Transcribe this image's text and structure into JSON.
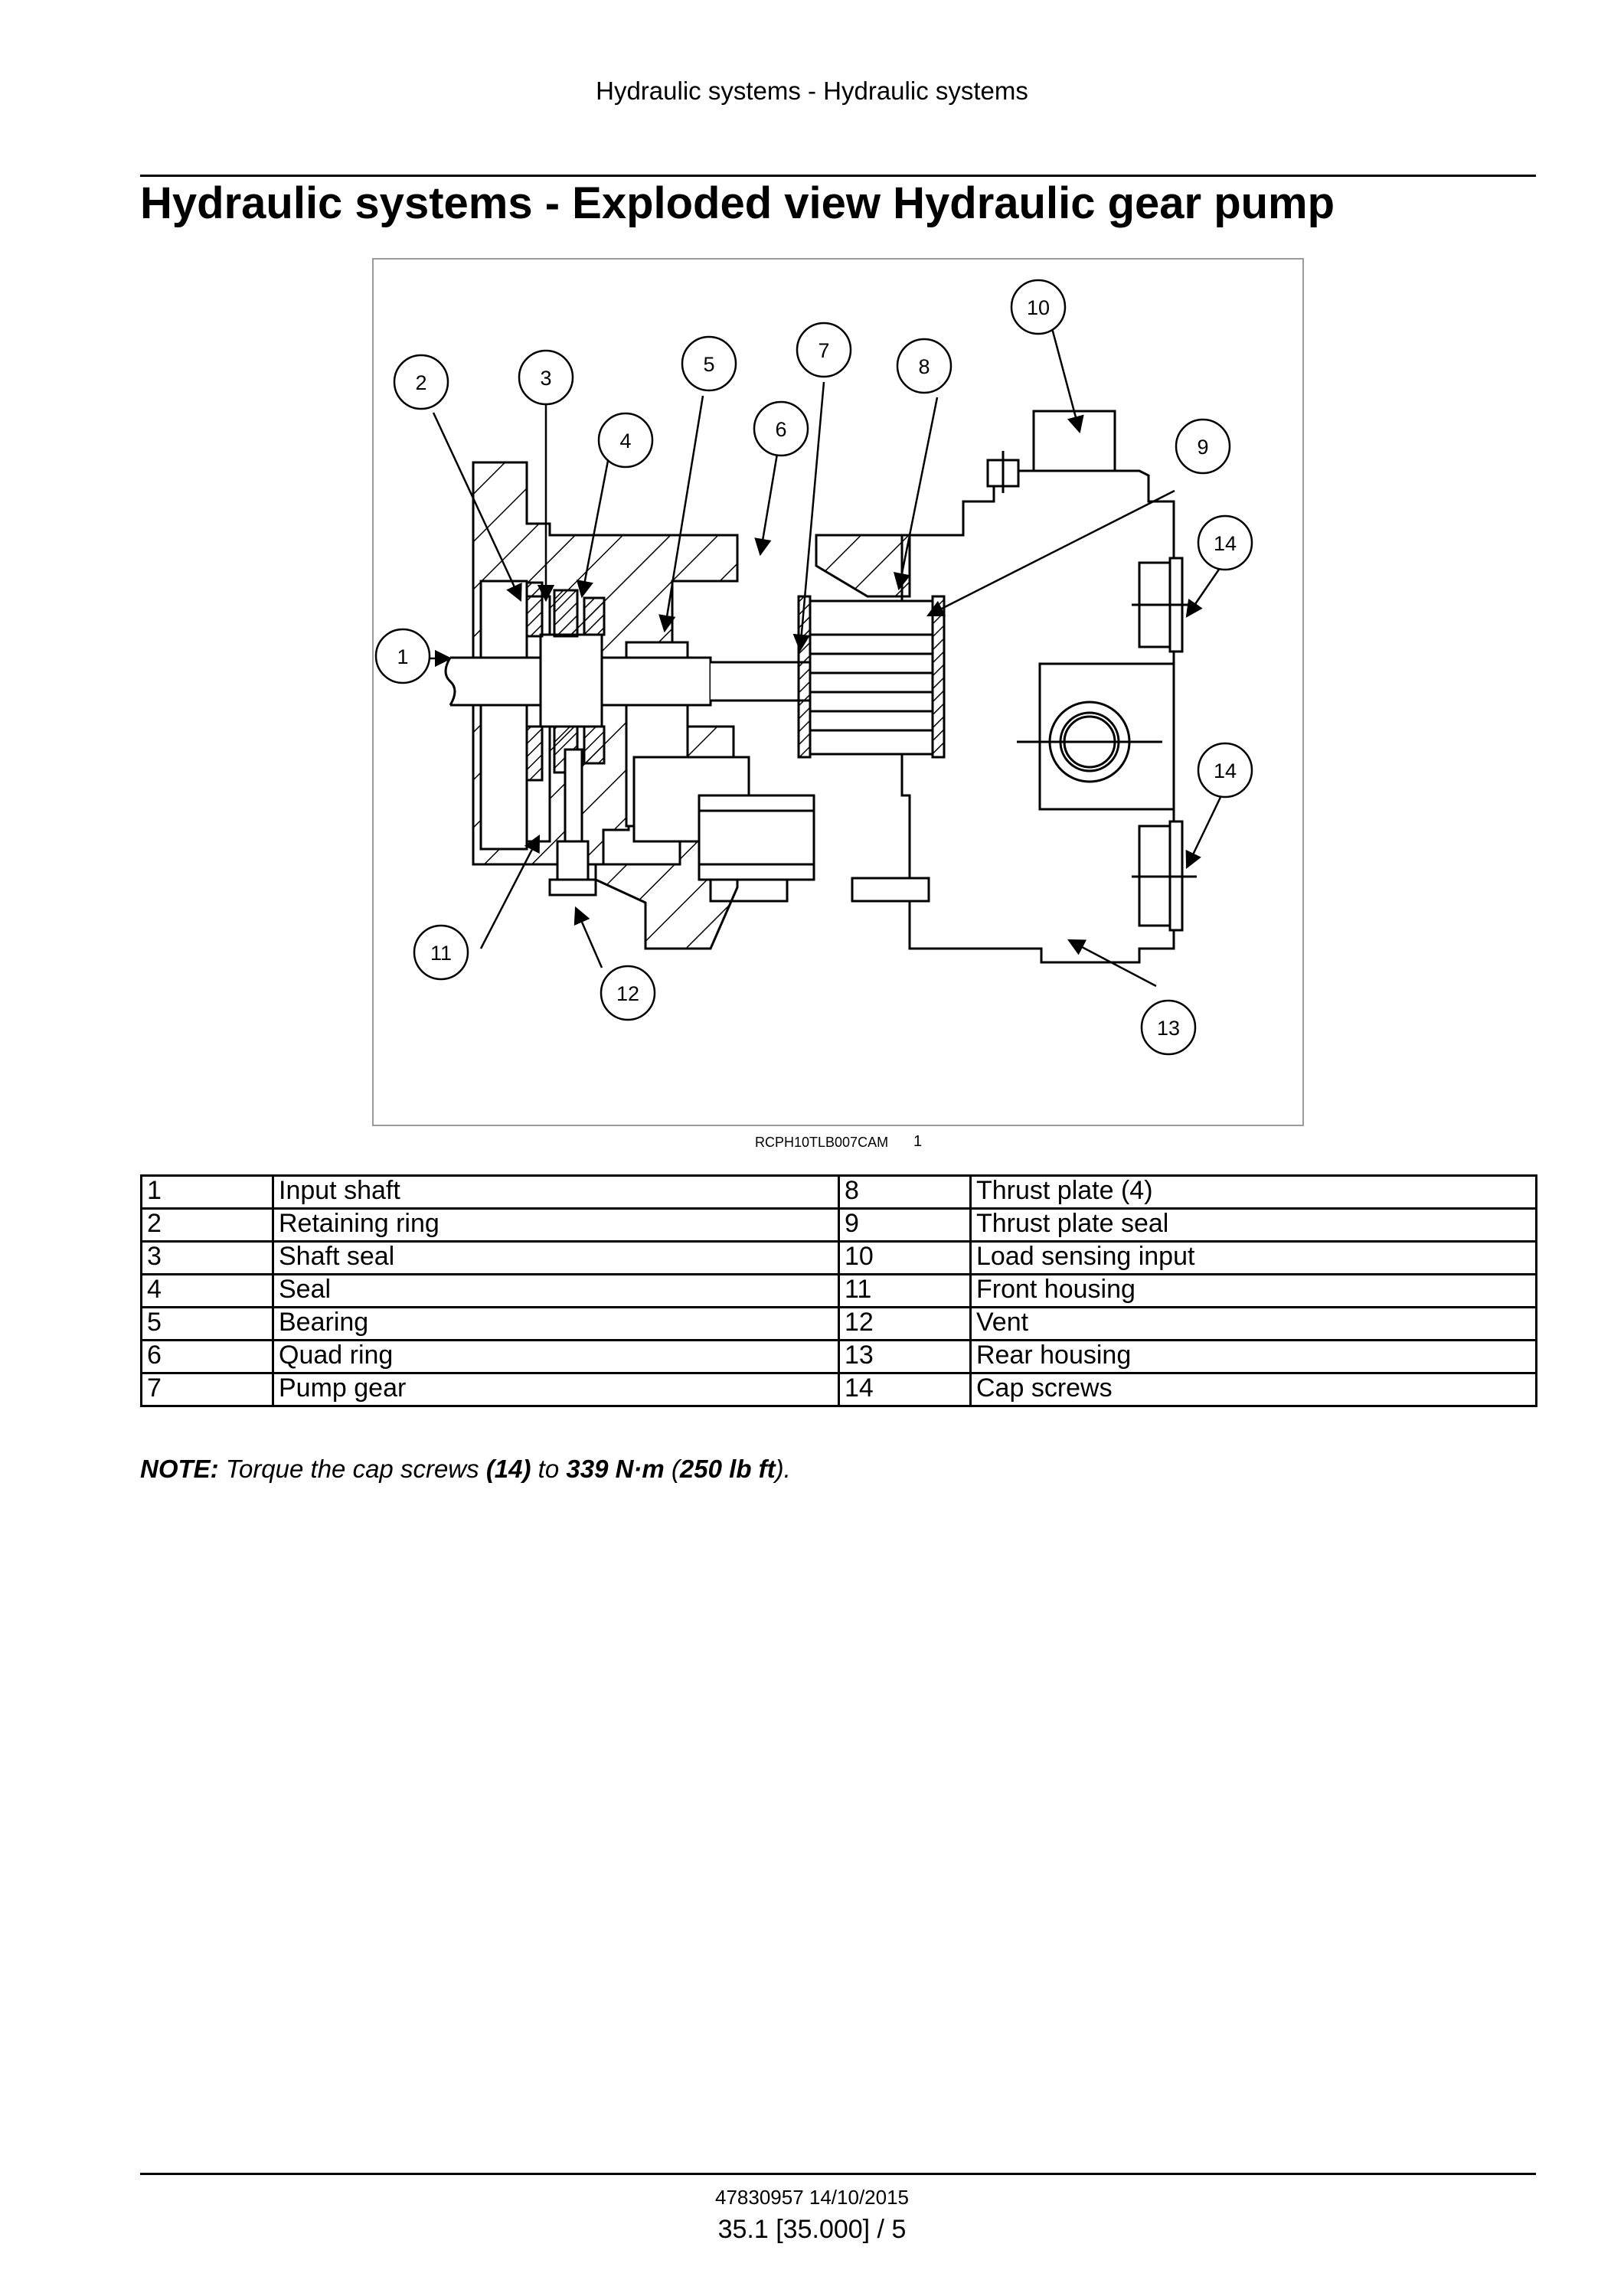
{
  "header": {
    "running_title": "Hydraulic systems - Hydraulic systems"
  },
  "page_title": "Hydraulic systems - Exploded view Hydraulic gear pump",
  "figure": {
    "reference_code": "RCPH10TLB007CAM",
    "figure_number": "1",
    "callouts": [
      "1",
      "2",
      "3",
      "4",
      "5",
      "6",
      "7",
      "8",
      "9",
      "10",
      "11",
      "12",
      "13",
      "14",
      "14"
    ]
  },
  "legend": {
    "rows": [
      {
        "left_num": "1",
        "left_desc": "Input shaft",
        "right_num": "8",
        "right_desc": "Thrust plate (4)"
      },
      {
        "left_num": "2",
        "left_desc": "Retaining ring",
        "right_num": "9",
        "right_desc": "Thrust plate seal"
      },
      {
        "left_num": "3",
        "left_desc": "Shaft seal",
        "right_num": "10",
        "right_desc": "Load sensing input"
      },
      {
        "left_num": "4",
        "left_desc": "Seal",
        "right_num": "11",
        "right_desc": "Front housing"
      },
      {
        "left_num": "5",
        "left_desc": "Bearing",
        "right_num": "12",
        "right_desc": "Vent"
      },
      {
        "left_num": "6",
        "left_desc": "Quad ring",
        "right_num": "13",
        "right_desc": "Rear housing"
      },
      {
        "left_num": "7",
        "left_desc": "Pump gear",
        "right_num": "14",
        "right_desc": "Cap screws"
      }
    ]
  },
  "note": {
    "label": "NOTE:",
    "text_1": " Torque the cap screws ",
    "ref": "(14)",
    "text_2": " to ",
    "torque_metric": "339 N·m",
    "text_3": " (",
    "torque_imperial": "250 lb ft",
    "text_4": ")."
  },
  "footer": {
    "doc_id": "47830957 14/10/2015",
    "page": "35.1 [35.000] / 5"
  }
}
